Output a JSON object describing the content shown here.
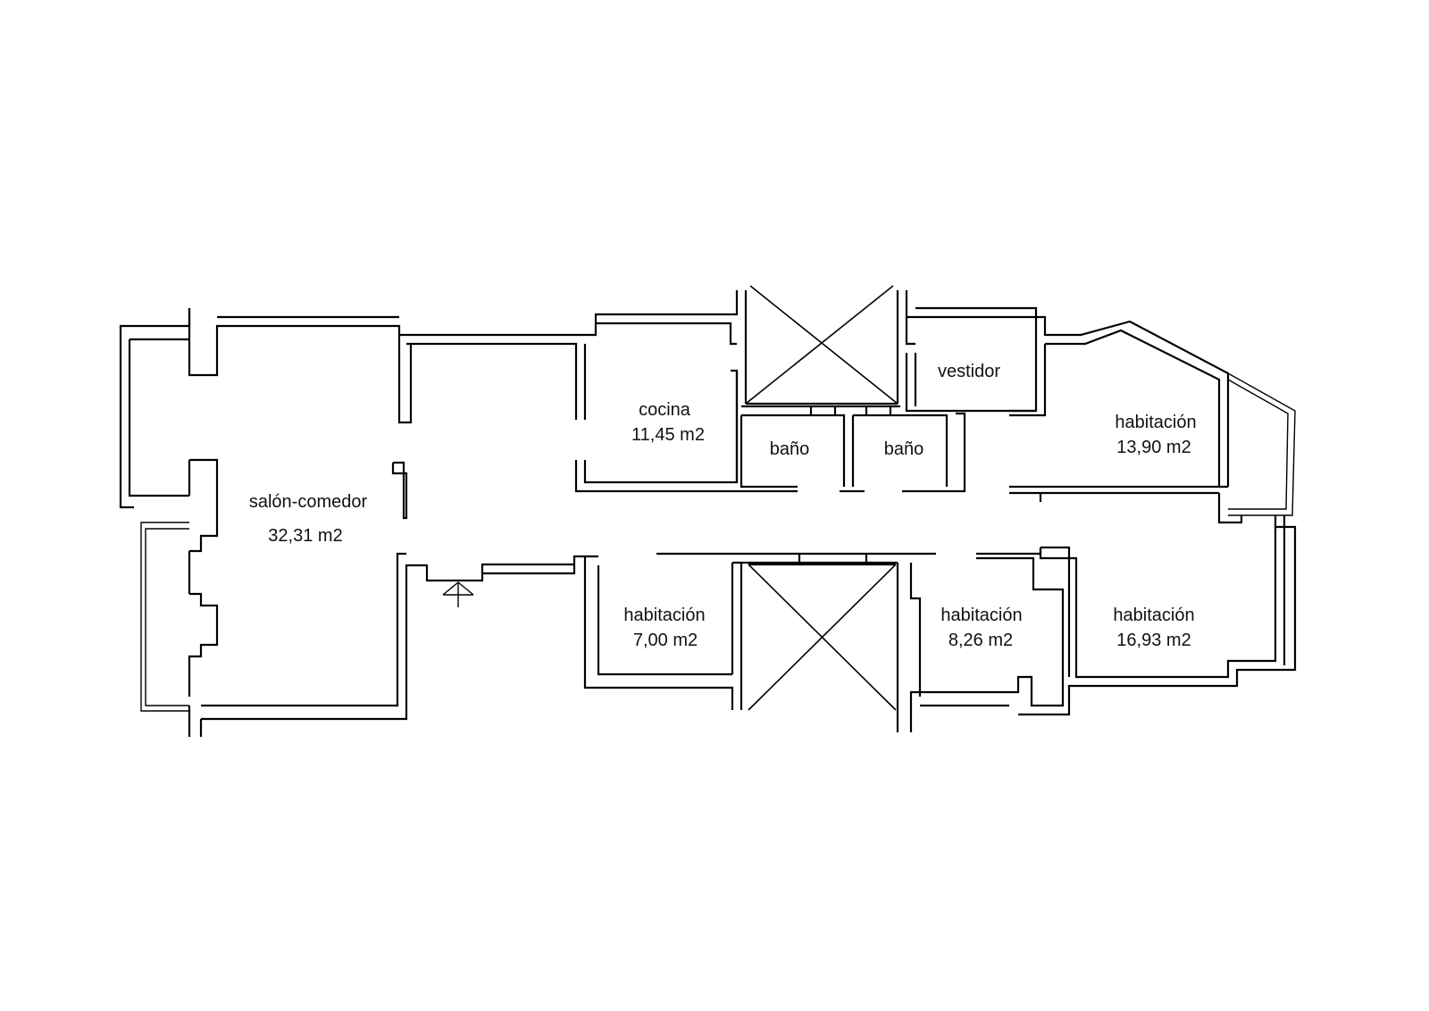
{
  "rooms": {
    "salon_comedor": {
      "name": "salón-comedor",
      "area": "32,31 m2"
    },
    "cocina": {
      "name": "cocina",
      "area": "11,45 m2"
    },
    "bano_1": {
      "name": "baño"
    },
    "bano_2": {
      "name": "baño"
    },
    "vestidor": {
      "name": "vestidor"
    },
    "habitacion_1": {
      "name": "habitación",
      "area": "13,90 m2"
    },
    "habitacion_2": {
      "name": "habitación",
      "area": "7,00 m2"
    },
    "habitacion_3": {
      "name": "habitación",
      "area": "8,26 m2"
    },
    "habitacion_4": {
      "name": "habitación",
      "area": "16,93 m2"
    }
  },
  "symbols": {
    "entrance": "entrance-arrow-icon",
    "shaft": "shaft-cross-icon"
  },
  "colors": {
    "wall": "#000000",
    "background": "#ffffff",
    "text": "#111111"
  }
}
